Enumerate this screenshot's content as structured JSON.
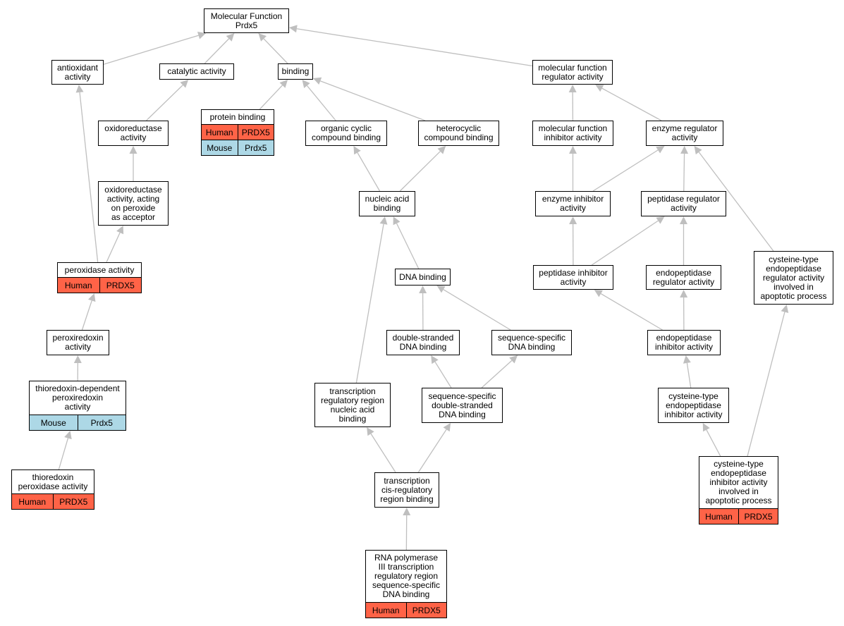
{
  "colors": {
    "human": "#ff6347",
    "mouse": "#add8e6",
    "edge": "#bfbfbf",
    "border": "#000000"
  },
  "nodes": {
    "root": {
      "lines": [
        "Molecular Function",
        "Prdx5"
      ],
      "annotations": []
    },
    "antioxidant": {
      "lines": [
        "antioxidant",
        "activity"
      ],
      "annotations": []
    },
    "catalytic": {
      "lines": [
        "catalytic activity"
      ],
      "annotations": []
    },
    "binding": {
      "lines": [
        "binding"
      ],
      "annotations": []
    },
    "mf_regulator": {
      "lines": [
        "molecular function",
        "regulator activity"
      ],
      "annotations": []
    },
    "oxidoreductase": {
      "lines": [
        "oxidoreductase",
        "activity"
      ],
      "annotations": []
    },
    "protein_binding": {
      "lines": [
        "protein binding"
      ],
      "annotations": [
        {
          "species": "Human",
          "gene": "PRDX5"
        },
        {
          "species": "Mouse",
          "gene": "Prdx5"
        }
      ]
    },
    "organic_cyclic": {
      "lines": [
        "organic cyclic",
        "compound binding"
      ],
      "annotations": []
    },
    "heterocyclic": {
      "lines": [
        "heterocyclic",
        "compound binding"
      ],
      "annotations": []
    },
    "mf_inhibitor": {
      "lines": [
        "molecular function",
        "inhibitor activity"
      ],
      "annotations": []
    },
    "enzyme_regulator": {
      "lines": [
        "enzyme regulator",
        "activity"
      ],
      "annotations": []
    },
    "oxido_peroxide": {
      "lines": [
        "oxidoreductase",
        "activity, acting",
        "on peroxide",
        "as acceptor"
      ],
      "annotations": []
    },
    "nucleic_acid": {
      "lines": [
        "nucleic acid",
        "binding"
      ],
      "annotations": []
    },
    "enzyme_inhibitor": {
      "lines": [
        "enzyme inhibitor",
        "activity"
      ],
      "annotations": []
    },
    "peptidase_regulator": {
      "lines": [
        "peptidase regulator",
        "activity"
      ],
      "annotations": []
    },
    "peroxidase": {
      "lines": [
        "peroxidase activity"
      ],
      "annotations": [
        {
          "species": "Human",
          "gene": "PRDX5"
        }
      ]
    },
    "dna_binding": {
      "lines": [
        "DNA binding"
      ],
      "annotations": []
    },
    "peptidase_inhibitor": {
      "lines": [
        "peptidase inhibitor",
        "activity"
      ],
      "annotations": []
    },
    "endopeptidase_regulator": {
      "lines": [
        "endopeptidase",
        "regulator activity"
      ],
      "annotations": []
    },
    "cys_regulator_apoptotic": {
      "lines": [
        "cysteine-type",
        "endopeptidase",
        "regulator activity",
        "involved in",
        "apoptotic process"
      ],
      "annotations": []
    },
    "peroxiredoxin": {
      "lines": [
        "peroxiredoxin",
        "activity"
      ],
      "annotations": []
    },
    "ds_dna": {
      "lines": [
        "double-stranded",
        "DNA binding"
      ],
      "annotations": []
    },
    "ss_dna": {
      "lines": [
        "sequence-specific",
        "DNA binding"
      ],
      "annotations": []
    },
    "endopeptidase_inhibitor": {
      "lines": [
        "endopeptidase",
        "inhibitor activity"
      ],
      "annotations": []
    },
    "thioredoxin_dep": {
      "lines": [
        "thioredoxin-dependent",
        "peroxiredoxin",
        "activity"
      ],
      "annotations": [
        {
          "species": "Mouse",
          "gene": "Prdx5"
        }
      ]
    },
    "tr_region_na": {
      "lines": [
        "transcription",
        "regulatory region",
        "nucleic acid",
        "binding"
      ],
      "annotations": []
    },
    "ss_ds_dna": {
      "lines": [
        "sequence-specific",
        "double-stranded",
        "DNA binding"
      ],
      "annotations": []
    },
    "cys_inhibitor": {
      "lines": [
        "cysteine-type",
        "endopeptidase",
        "inhibitor activity"
      ],
      "annotations": []
    },
    "thioredoxin_peroxidase": {
      "lines": [
        "thioredoxin",
        "peroxidase activity"
      ],
      "annotations": [
        {
          "species": "Human",
          "gene": "PRDX5"
        }
      ]
    },
    "tc_region": {
      "lines": [
        "transcription",
        "cis-regulatory",
        "region binding"
      ],
      "annotations": []
    },
    "cys_inhibitor_apoptotic": {
      "lines": [
        "cysteine-type",
        "endopeptidase",
        "inhibitor activity",
        "involved in",
        "apoptotic process"
      ],
      "annotations": [
        {
          "species": "Human",
          "gene": "PRDX5"
        }
      ]
    },
    "rna_pol3": {
      "lines": [
        "RNA polymerase",
        "III transcription",
        "regulatory region",
        "sequence-specific",
        "DNA binding"
      ],
      "annotations": [
        {
          "species": "Human",
          "gene": "PRDX5"
        }
      ]
    }
  },
  "edges": [
    [
      "antioxidant",
      "root"
    ],
    [
      "catalytic",
      "root"
    ],
    [
      "binding",
      "root"
    ],
    [
      "mf_regulator",
      "root"
    ],
    [
      "oxidoreductase",
      "catalytic"
    ],
    [
      "protein_binding",
      "binding"
    ],
    [
      "organic_cyclic",
      "binding"
    ],
    [
      "heterocyclic",
      "binding"
    ],
    [
      "mf_inhibitor",
      "mf_regulator"
    ],
    [
      "enzyme_regulator",
      "mf_regulator"
    ],
    [
      "oxido_peroxide",
      "oxidoreductase"
    ],
    [
      "nucleic_acid",
      "organic_cyclic"
    ],
    [
      "nucleic_acid",
      "heterocyclic"
    ],
    [
      "enzyme_inhibitor",
      "mf_inhibitor"
    ],
    [
      "enzyme_inhibitor",
      "enzyme_regulator"
    ],
    [
      "peptidase_regulator",
      "enzyme_regulator"
    ],
    [
      "peroxidase",
      "antioxidant"
    ],
    [
      "peroxidase",
      "oxido_peroxide"
    ],
    [
      "dna_binding",
      "nucleic_acid"
    ],
    [
      "peptidase_inhibitor",
      "enzyme_inhibitor"
    ],
    [
      "peptidase_inhibitor",
      "peptidase_regulator"
    ],
    [
      "endopeptidase_regulator",
      "peptidase_regulator"
    ],
    [
      "cys_regulator_apoptotic",
      "enzyme_regulator"
    ],
    [
      "peroxiredoxin",
      "peroxidase"
    ],
    [
      "ds_dna",
      "dna_binding"
    ],
    [
      "ss_dna",
      "dna_binding"
    ],
    [
      "endopeptidase_inhibitor",
      "peptidase_inhibitor"
    ],
    [
      "endopeptidase_inhibitor",
      "endopeptidase_regulator"
    ],
    [
      "thioredoxin_dep",
      "peroxiredoxin"
    ],
    [
      "tr_region_na",
      "nucleic_acid"
    ],
    [
      "ss_ds_dna",
      "ds_dna"
    ],
    [
      "ss_ds_dna",
      "ss_dna"
    ],
    [
      "cys_inhibitor",
      "endopeptidase_inhibitor"
    ],
    [
      "thioredoxin_peroxidase",
      "thioredoxin_dep"
    ],
    [
      "tc_region",
      "tr_region_na"
    ],
    [
      "tc_region",
      "ss_ds_dna"
    ],
    [
      "cys_inhibitor_apoptotic",
      "cys_inhibitor"
    ],
    [
      "cys_inhibitor_apoptotic",
      "cys_regulator_apoptotic"
    ],
    [
      "rna_pol3",
      "tc_region"
    ]
  ]
}
